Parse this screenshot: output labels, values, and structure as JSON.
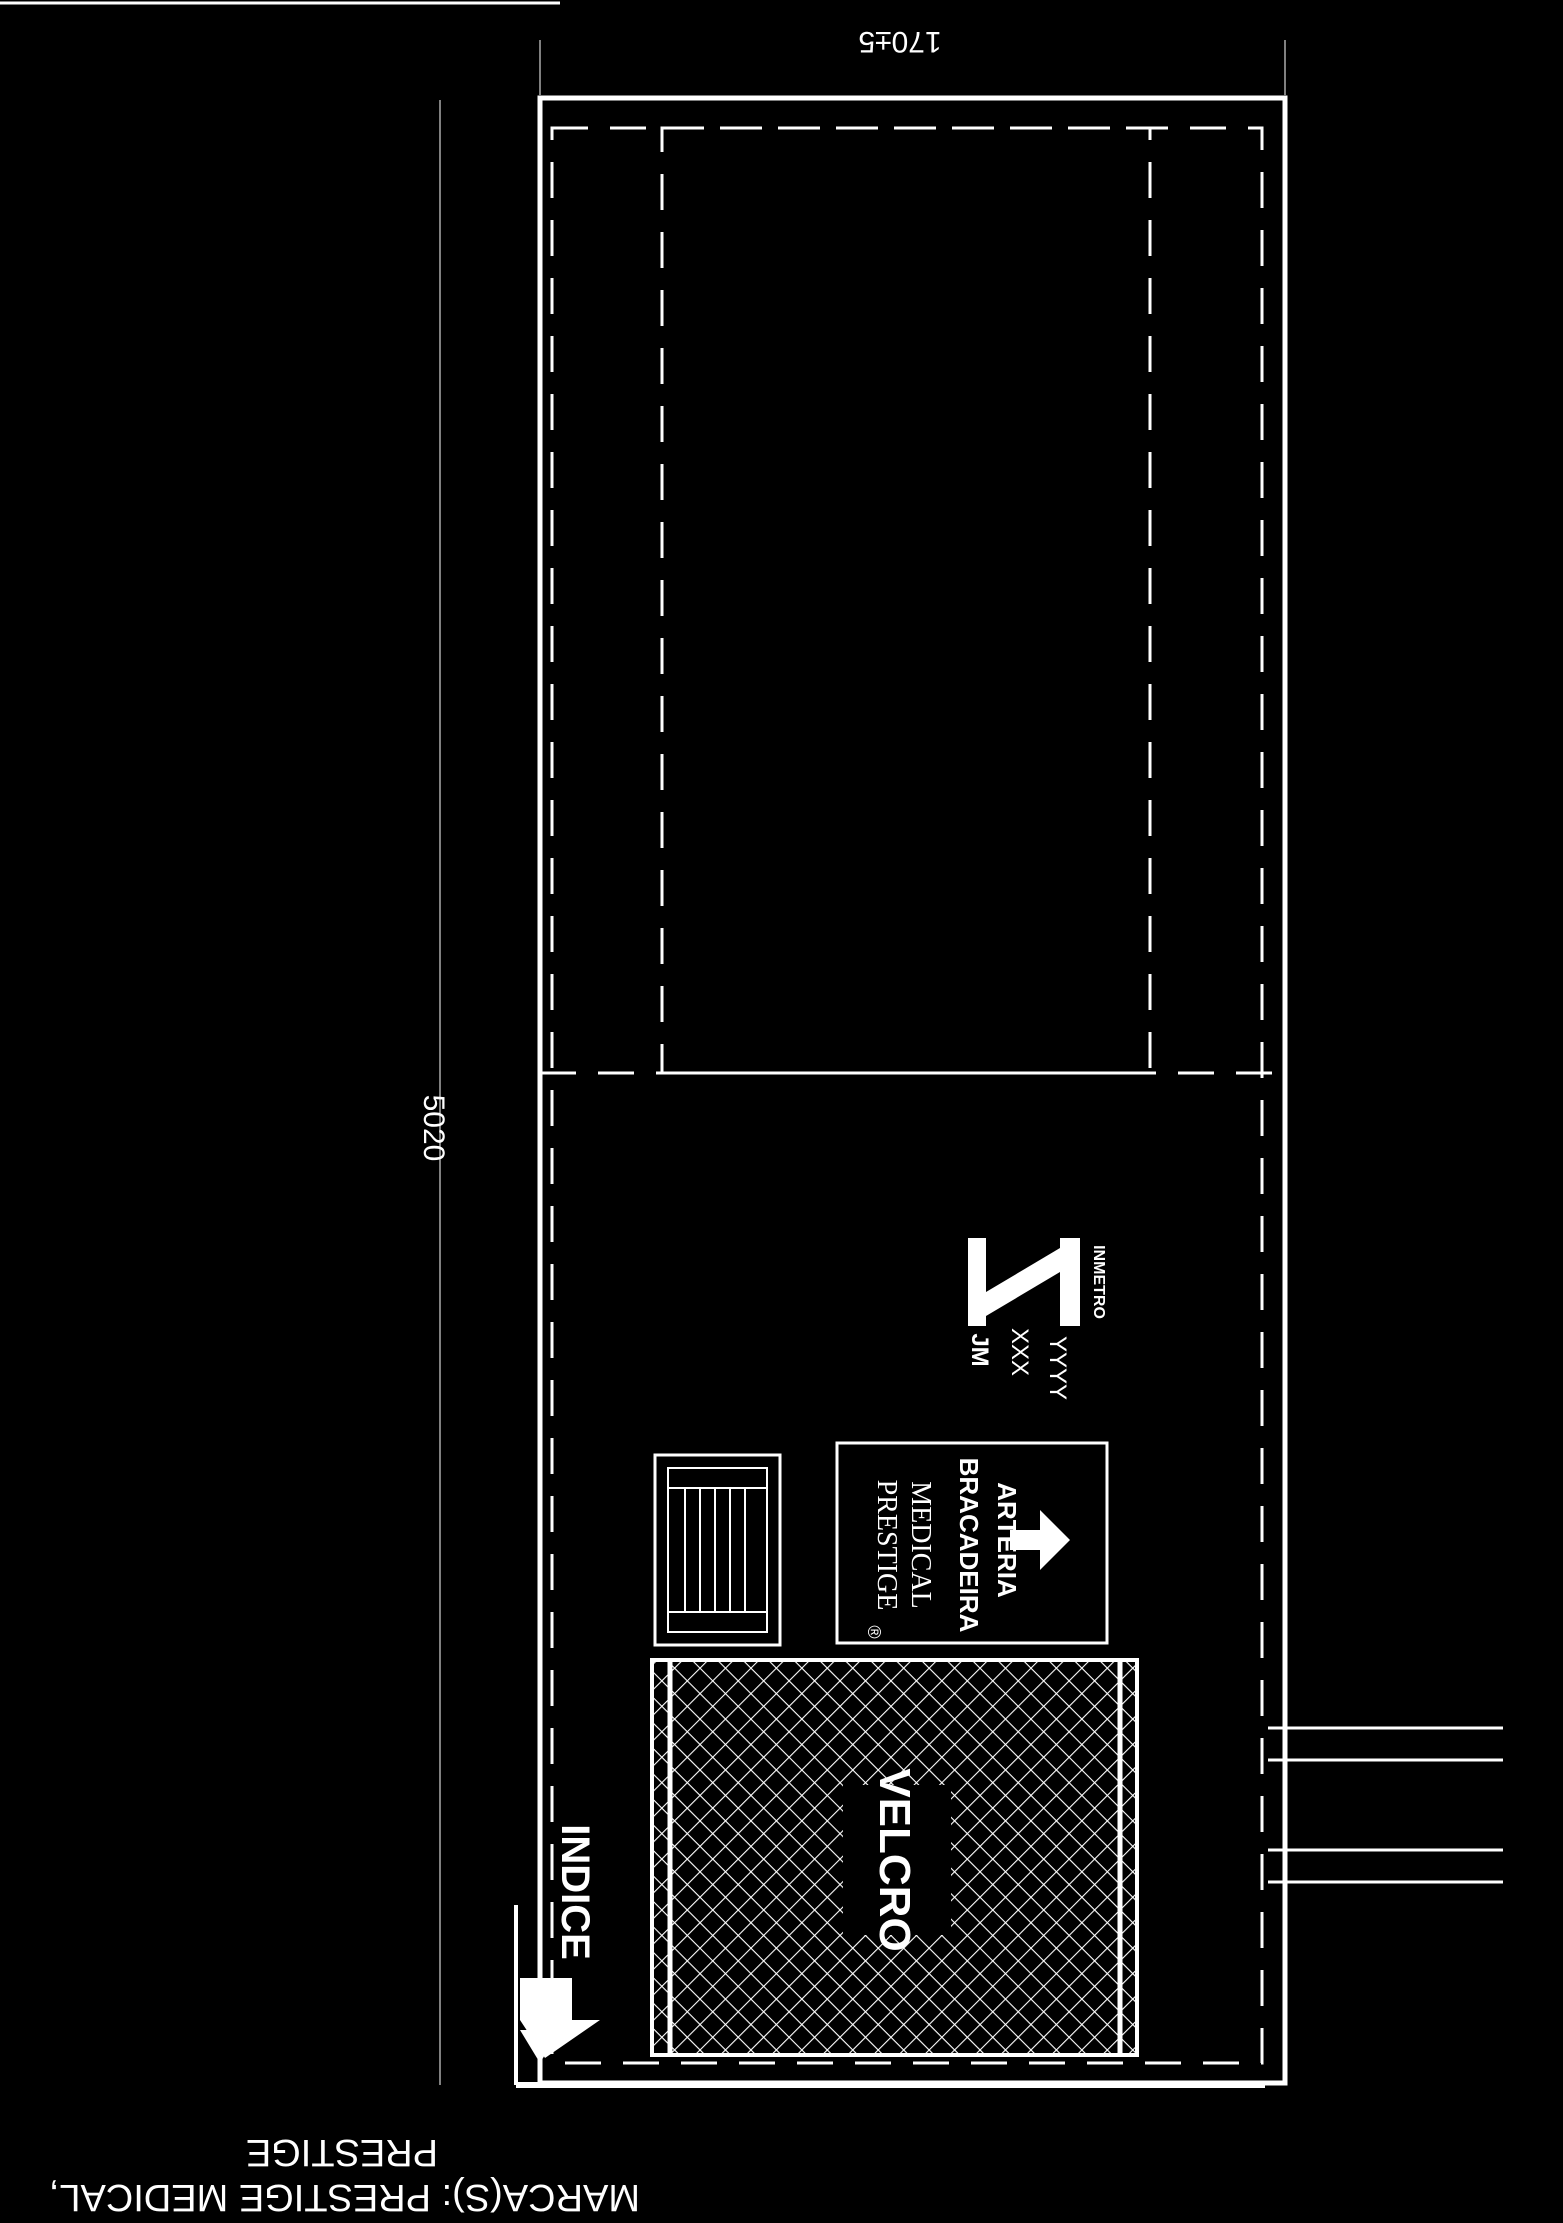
{
  "dimensions": {
    "total_width": "170±5",
    "length": "5020"
  },
  "labels": {
    "indice": "INDICE",
    "velcro": "VELCRO",
    "arteria": "ARTÉRIA",
    "bracadeira": "BRACADEIRA",
    "brand_medical": "MEDICAL",
    "brand_prestige": "PRESTIGE",
    "registered": "®",
    "size_mark": "YYYY",
    "xxx": "XXX",
    "jm": "JM",
    "inmetro": "INMETRO"
  },
  "footer": {
    "line1": "MARCA(S): PRESTIGE MEDICAL,",
    "line2": "PRESTIGE"
  },
  "colors": {
    "background": "#000000",
    "line": "#ffffff"
  }
}
